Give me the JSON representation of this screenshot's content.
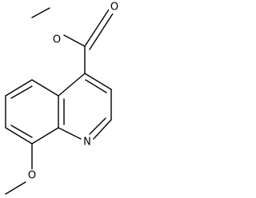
{
  "molecule": {
    "atoms": {
      "ester_oxygen": "O",
      "carbonyl_oxygen": "O",
      "ring_nitrogen": "N",
      "methoxy_oxygen": "O"
    }
  }
}
